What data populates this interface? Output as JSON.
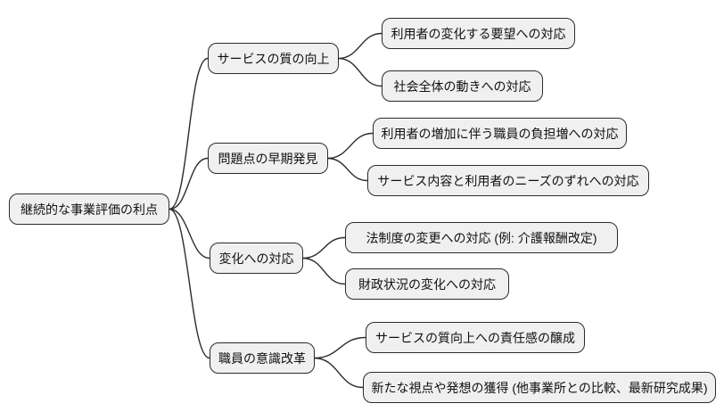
{
  "mindmap": {
    "root": {
      "label": "継続的な事業評価の利点"
    },
    "branches": [
      {
        "label": "サービスの質の向上",
        "children": [
          {
            "label": "利用者の変化する要望への対応"
          },
          {
            "label": "社会全体の動きへの対応"
          }
        ]
      },
      {
        "label": "問題点の早期発見",
        "children": [
          {
            "label": "利用者の増加に伴う職員の負担増への対応"
          },
          {
            "label": "サービス内容と利用者のニーズのずれへの対応"
          }
        ]
      },
      {
        "label": "変化への対応",
        "children": [
          {
            "label": "法制度の変更への対応 (例: 介護報酬改定)"
          },
          {
            "label": "財政状況の変化への対応"
          }
        ]
      },
      {
        "label": "職員の意識改革",
        "children": [
          {
            "label": "サービスの質向上への責任感の醸成"
          },
          {
            "label": "新たな視点や発想の獲得 (他事業所との比較、最新研究成果)"
          }
        ]
      }
    ],
    "colors": {
      "background": "#ffffff",
      "node_fill": "#f0f0f0",
      "node_border": "#2b2b2b",
      "edge": "#2b2b2b",
      "text": "#111111"
    }
  }
}
